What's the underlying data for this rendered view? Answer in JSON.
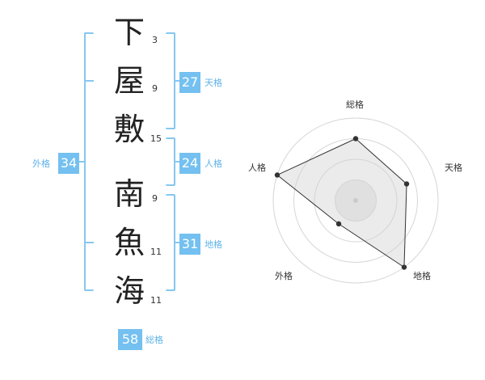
{
  "name_chars": [
    {
      "char": "下",
      "strokes": "3"
    },
    {
      "char": "屋",
      "strokes": "9"
    },
    {
      "char": "敷",
      "strokes": "15"
    },
    {
      "char": "南",
      "strokes": "9"
    },
    {
      "char": "魚",
      "strokes": "11"
    },
    {
      "char": "海",
      "strokes": "11"
    }
  ],
  "scores": {
    "tenkaku": {
      "value": "27",
      "label": "天格"
    },
    "jinkaku": {
      "value": "24",
      "label": "人格"
    },
    "chikaku": {
      "value": "31",
      "label": "地格"
    },
    "gaikaku": {
      "value": "34",
      "label": "外格"
    },
    "soukaku": {
      "value": "58",
      "label": "総格"
    }
  },
  "colors": {
    "accent": "#74c0f0",
    "bracket": "#86c7f0",
    "label": "#5fb3ea",
    "text": "#222222"
  },
  "chart_data": {
    "type": "radar",
    "axes": [
      "総格",
      "天格",
      "地格",
      "外格",
      "人格"
    ],
    "values": [
      0.75,
      0.65,
      1.0,
      0.35,
      1.0
    ],
    "rings": 4,
    "grid": true
  }
}
